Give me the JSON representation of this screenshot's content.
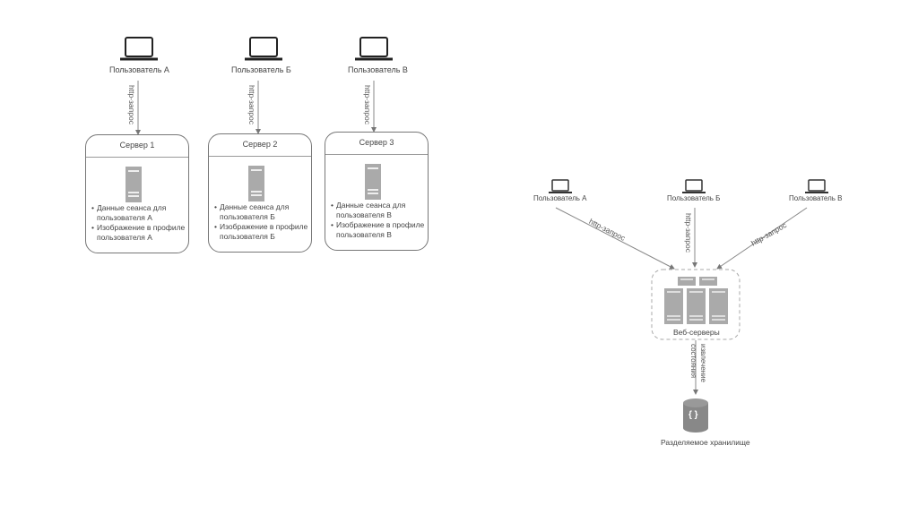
{
  "left_diagram": {
    "users": [
      {
        "label": "Пользователь А",
        "icon": "laptop-icon"
      },
      {
        "label": "Пользователь Б",
        "icon": "laptop-icon"
      },
      {
        "label": "Пользователь В",
        "icon": "laptop-icon"
      }
    ],
    "request_label": "http-запрос",
    "servers": [
      {
        "title": "Сервер 1",
        "items": [
          "Данные сеанса для пользователя А",
          "Изображение в профиле пользователя А"
        ]
      },
      {
        "title": "Сервер 2",
        "items": [
          "Данные сеанса для пользователя Б",
          "Изображение в профиле пользователя Б"
        ]
      },
      {
        "title": "Сервер 3",
        "items": [
          "Данные сеанса для пользователя В",
          "Изображение в профиле пользователя В"
        ]
      }
    ]
  },
  "right_diagram": {
    "users": [
      {
        "label": "Пользователь А",
        "icon": "laptop-icon"
      },
      {
        "label": "Пользователь Б",
        "icon": "laptop-icon"
      },
      {
        "label": "Пользователь В",
        "icon": "laptop-icon"
      }
    ],
    "request_label": "http-запрос",
    "web_servers_label": "Веб-серверы",
    "state_label_1": "извлечение",
    "state_label_2": "состояния",
    "storage_label": "Разделяемое хранилище",
    "storage_icon": "{ }"
  },
  "colors": {
    "line": "#777777",
    "server_fill": "#aaaaaa",
    "text": "#444444"
  }
}
